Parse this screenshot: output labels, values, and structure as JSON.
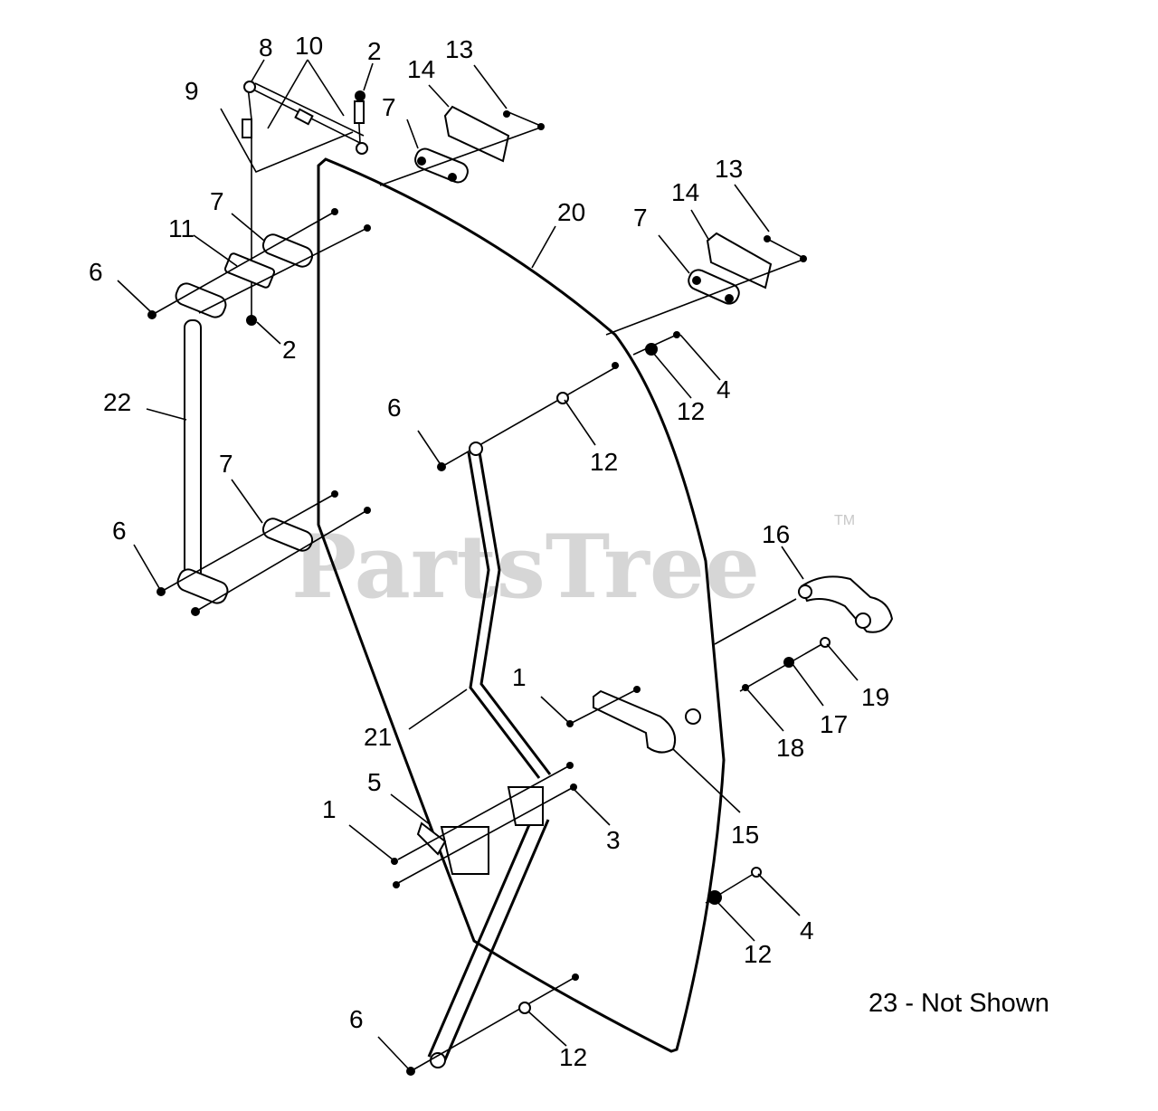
{
  "watermark": {
    "text": "PartsTree",
    "trademark": "TM"
  },
  "note": "23 - Not Shown",
  "callouts": [
    {
      "id": "c8",
      "text": "8"
    },
    {
      "id": "c10",
      "text": "10"
    },
    {
      "id": "c2a",
      "text": "2"
    },
    {
      "id": "c13a",
      "text": "13"
    },
    {
      "id": "c14a",
      "text": "14"
    },
    {
      "id": "c9",
      "text": "9"
    },
    {
      "id": "c7a",
      "text": "7"
    },
    {
      "id": "c13b",
      "text": "13"
    },
    {
      "id": "c20",
      "text": "20"
    },
    {
      "id": "c14b",
      "text": "14"
    },
    {
      "id": "c7b",
      "text": "7"
    },
    {
      "id": "c7c",
      "text": "7"
    },
    {
      "id": "c11",
      "text": "11"
    },
    {
      "id": "c6a",
      "text": "6"
    },
    {
      "id": "c2b",
      "text": "2"
    },
    {
      "id": "c4a",
      "text": "4"
    },
    {
      "id": "c22",
      "text": "22"
    },
    {
      "id": "c12a",
      "text": "12"
    },
    {
      "id": "c6b",
      "text": "6"
    },
    {
      "id": "c12b",
      "text": "12"
    },
    {
      "id": "c7d",
      "text": "7"
    },
    {
      "id": "c6c",
      "text": "6"
    },
    {
      "id": "c16",
      "text": "16"
    },
    {
      "id": "c1a",
      "text": "1"
    },
    {
      "id": "c19",
      "text": "19"
    },
    {
      "id": "c17",
      "text": "17"
    },
    {
      "id": "c21",
      "text": "21"
    },
    {
      "id": "c18",
      "text": "18"
    },
    {
      "id": "c5",
      "text": "5"
    },
    {
      "id": "c1b",
      "text": "1"
    },
    {
      "id": "c3",
      "text": "3"
    },
    {
      "id": "c15",
      "text": "15"
    },
    {
      "id": "c4b",
      "text": "4"
    },
    {
      "id": "c12c",
      "text": "12"
    },
    {
      "id": "c6d",
      "text": "6"
    },
    {
      "id": "c12d",
      "text": "12"
    }
  ]
}
